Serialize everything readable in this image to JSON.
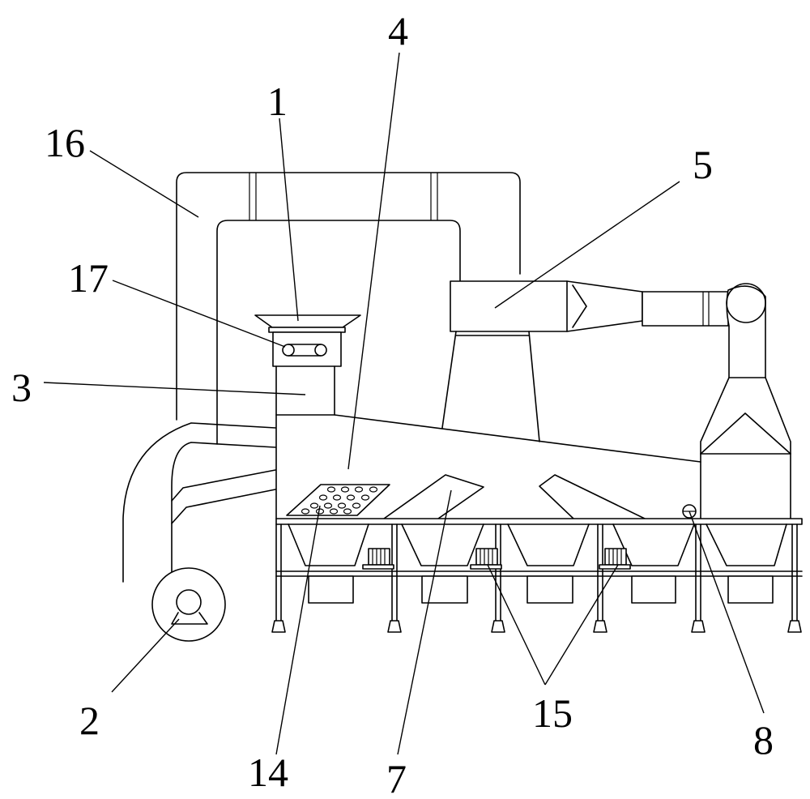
{
  "callouts": {
    "c1": "1",
    "c2": "2",
    "c3": "3",
    "c4": "4",
    "c5": "5",
    "c7": "7",
    "c8": "8",
    "c14": "14",
    "c15": "15",
    "c16": "16",
    "c17": "17"
  },
  "colors": {
    "line": "#000000",
    "background": "#ffffff"
  }
}
